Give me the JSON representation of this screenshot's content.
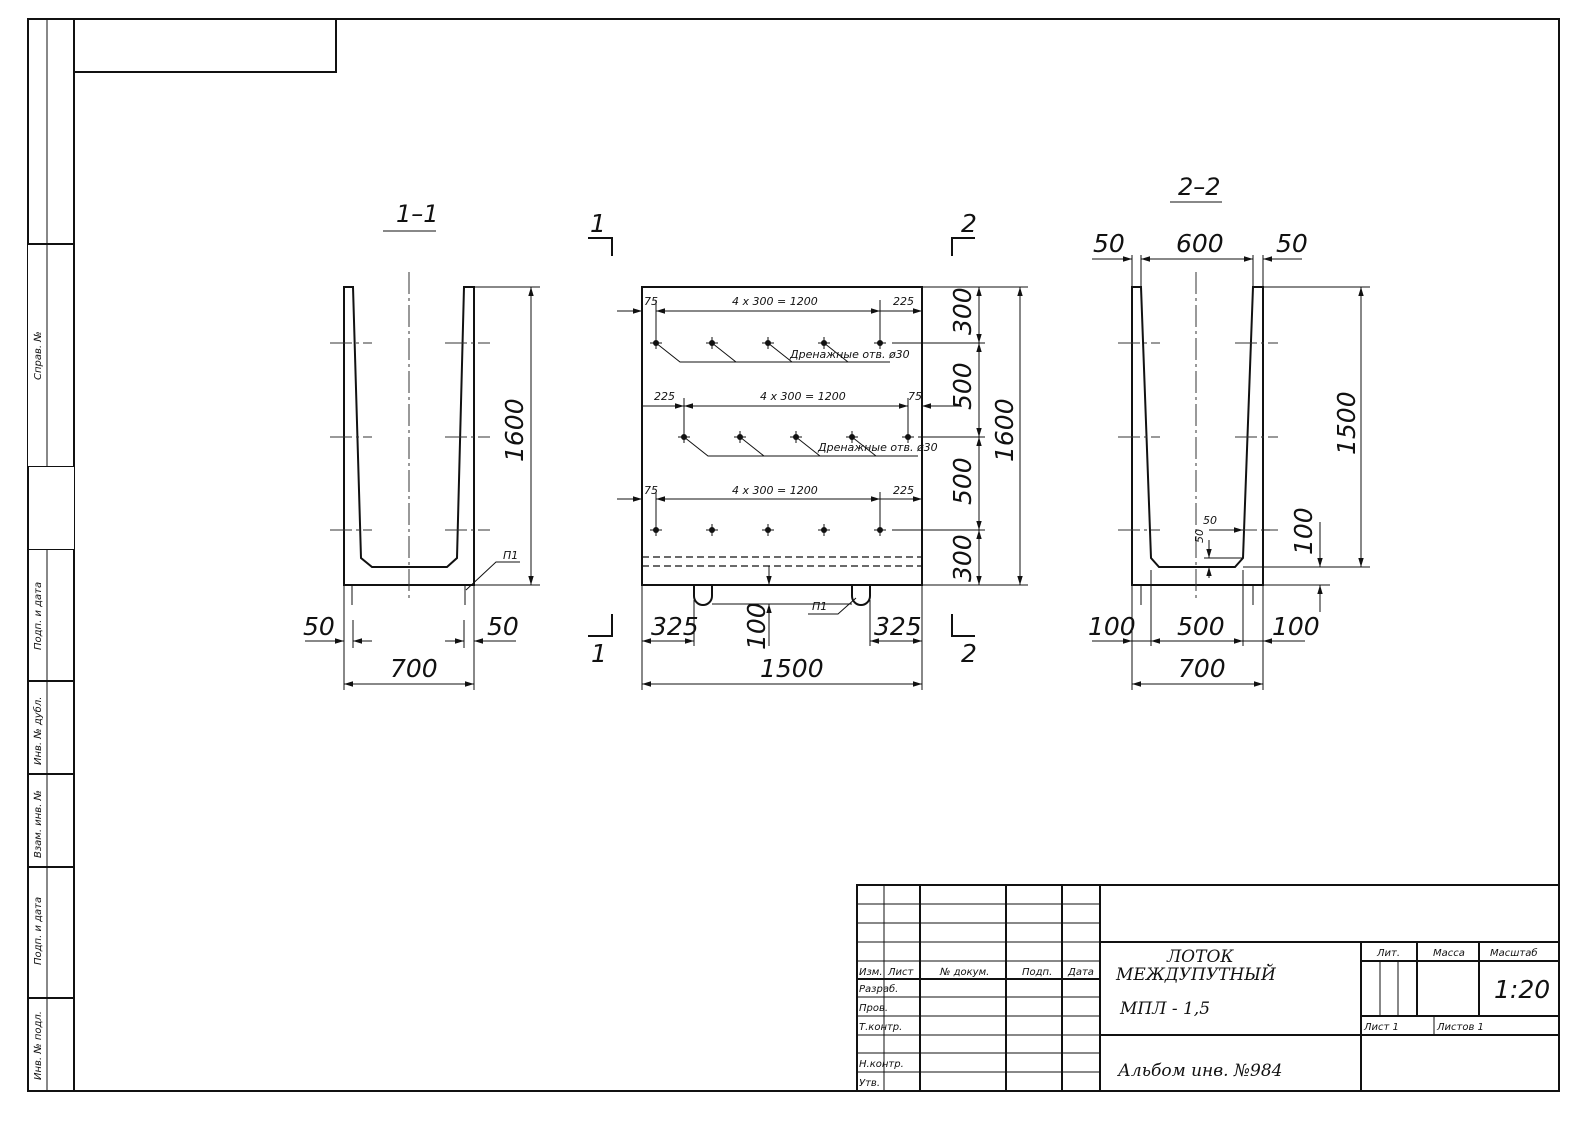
{
  "sections": {
    "s11_label": "1–1",
    "s22_label": "2–2",
    "cut1": "1",
    "cut2": "2"
  },
  "section_1_1": {
    "width": "700",
    "wall_left": "50",
    "wall_right": "50",
    "height": "1600",
    "mark": "П1"
  },
  "elevation": {
    "row1_left": "75",
    "row1_span": "4 x 300 = 1200",
    "row1_right": "225",
    "row2_left": "225",
    "row2_span": "4 x 300 = 1200",
    "row2_right": "75",
    "row3_left": "75",
    "row3_span": "4 x 300 = 1200",
    "row3_right": "225",
    "drain_note": "Дренажные отв. ø30",
    "v_top": "300",
    "v_mid1": "500",
    "v_mid2": "500",
    "v_bot": "300",
    "v_total": "1600",
    "leg_left": "325",
    "leg_right": "325",
    "leg_height": "100",
    "width": "1500",
    "mark": "П1"
  },
  "section_2_2": {
    "top_wall_left": "50",
    "top_inner": "600",
    "top_wall_right": "50",
    "bottom_wall_left": "100",
    "bottom_inner": "500",
    "bottom_wall_right": "100",
    "width": "700",
    "height": "1500",
    "floor": "100",
    "chamfer_h": "50",
    "chamfer_v": "50"
  },
  "side_stamp": [
    "Справ. №",
    "Подп. и дата",
    "Инв. № дубл.",
    "Взам. инв. №",
    "Подп. и дата",
    "Инв. № подл."
  ],
  "title_block": {
    "col_izm": "Изм.",
    "col_list": "Лист",
    "col_doc": "№ докум.",
    "col_podp": "Подп.",
    "col_date": "Дата",
    "r_razrab": "Разраб.",
    "r_prov": "Пров.",
    "r_tkontr": "Т.контр.",
    "r_nkontr": "Н.контр.",
    "r_utv": "Утв.",
    "title_1": "ЛОТОК",
    "title_2": "МЕЖДУПУТНЫЙ",
    "code": "МПЛ - 1,5",
    "lit": "Лит.",
    "massa": "Масса",
    "masshtab": "Масштаб",
    "scale": "1:20",
    "list": "Лист 1",
    "listov": "Листов 1",
    "album": "Альбом инв. №984"
  }
}
